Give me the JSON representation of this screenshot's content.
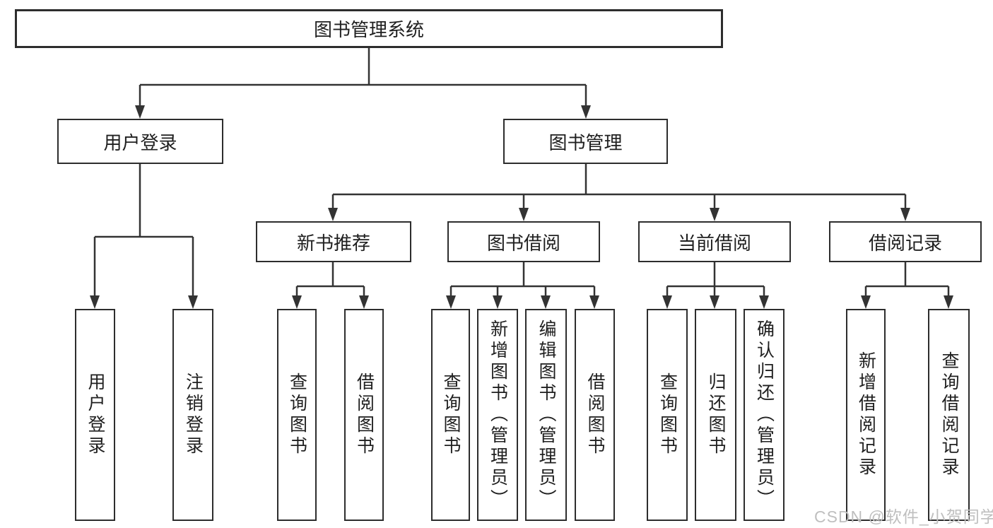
{
  "tree": {
    "root": "图书管理系统",
    "login": {
      "label": "用户登录",
      "children": [
        "用户登录",
        "注销登录"
      ]
    },
    "manage": {
      "label": "图书管理",
      "sections": [
        {
          "label": "新书推荐",
          "children": [
            "查询图书",
            "借阅图书"
          ]
        },
        {
          "label": "图书借阅",
          "children": [
            "查询图书",
            "新增图书（管理员）",
            "编辑图书（管理员）",
            "借阅图书"
          ]
        },
        {
          "label": "当前借阅",
          "children": [
            "查询图书",
            "归还图书",
            "确认归还（管理员）"
          ]
        },
        {
          "label": "借阅记录",
          "children": [
            "新增借阅记录",
            "查询借阅记录"
          ]
        }
      ]
    }
  },
  "colors": {
    "line": "#333333",
    "border": "#2d2d2d",
    "text": "#1f1f1f",
    "watermark": "#bfbfbf"
  },
  "watermark": "CSDN @软件_小贺同学"
}
